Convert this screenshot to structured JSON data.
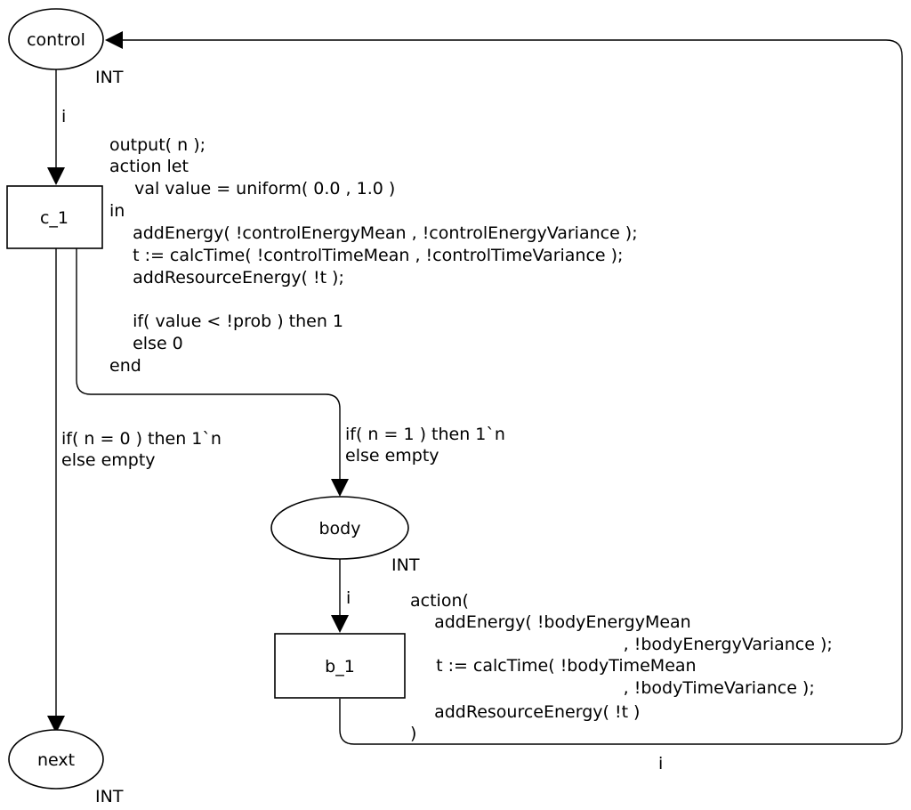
{
  "places": {
    "control": {
      "name": "control",
      "type": "INT"
    },
    "body": {
      "name": "body",
      "type": "INT"
    },
    "next": {
      "name": "next",
      "type": "INT"
    }
  },
  "transitions": {
    "c_1": {
      "name": "c_1",
      "code": [
        "output( n );",
        "action let",
        "  val value = uniform( 0.0 , 1.0 )",
        "in",
        "  addEnergy( !controlEnergyMean , !controlEnergyVariance );",
        "  t := calcTime( !controlTimeMean , !controlTimeVariance );",
        "  addResourceEnergy( !t );",
        "",
        "  if( value < !prob ) then 1",
        "  else 0",
        "end"
      ]
    },
    "b_1": {
      "name": "b_1",
      "code": [
        "action(",
        "  addEnergy( !bodyEnergyMean",
        "                , !bodyEnergyVariance );",
        "  t := calcTime( !bodyTimeMean",
        "                , !bodyTimeVariance );",
        "  addResourceEnergy( !t )",
        ")"
      ]
    }
  },
  "arcs": {
    "control_to_c1": "i",
    "c1_to_next": [
      "if( n = 0 ) then 1`n",
      "else empty"
    ],
    "c1_to_body": [
      "if( n = 1 ) then 1`n",
      "else empty"
    ],
    "body_to_b1": "i",
    "b1_to_control": "i"
  }
}
